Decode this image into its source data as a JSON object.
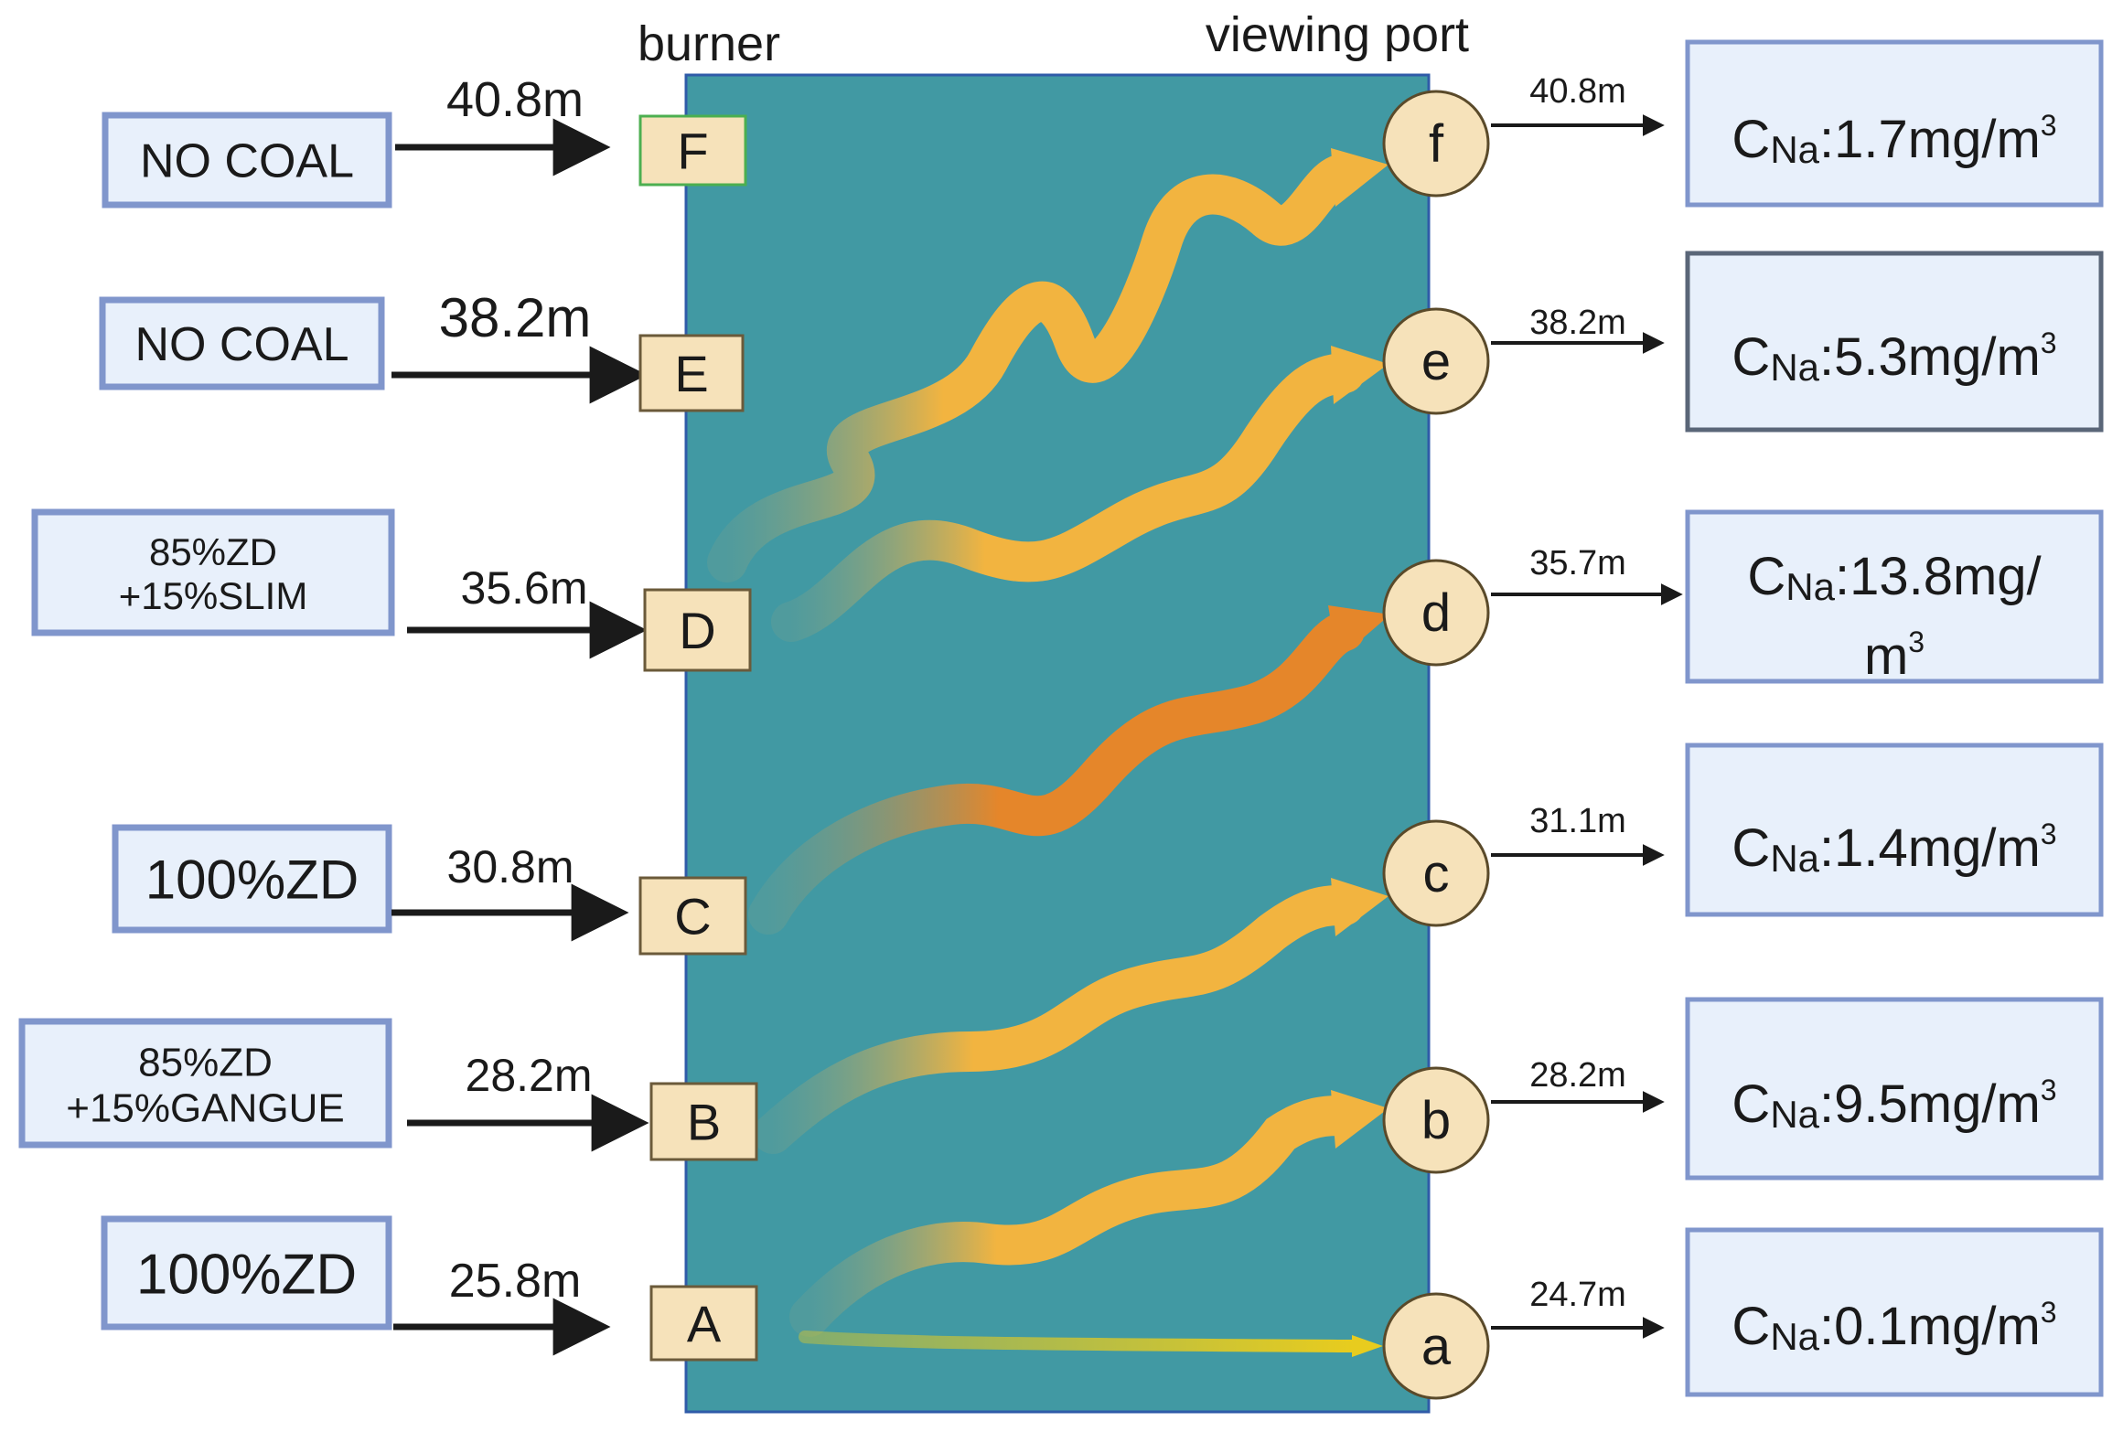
{
  "headers": {
    "burner": "burner",
    "viewing_port": "viewing port"
  },
  "colors": {
    "furnace": "#4199A3",
    "furnace_border": "#2F5BA8",
    "box_fill": "#E8F0FB",
    "box_border": "#8096CC",
    "burner_fill": "#F6E2BA",
    "port_fill": "#F6E2BA",
    "flow_yellow_orange": "#F2B440",
    "flow_dark_orange": "#E5862A",
    "flow_yellow": "#E8CC1E",
    "arrow": "#1a1a1a"
  },
  "burners": [
    {
      "id": "F",
      "input": "NO COAL",
      "distance": "40.8m"
    },
    {
      "id": "E",
      "input": "NO COAL",
      "distance": "38.2m"
    },
    {
      "id": "D",
      "input_lines": [
        "85%ZD",
        "+15%SLIM"
      ],
      "distance": "35.6m"
    },
    {
      "id": "C",
      "input": "100%ZD",
      "distance": "30.8m"
    },
    {
      "id": "B",
      "input_lines": [
        "85%ZD",
        "+15%GANGUE"
      ],
      "distance": "28.2m"
    },
    {
      "id": "A",
      "input": "100%ZD",
      "distance": "25.8m"
    }
  ],
  "ports": [
    {
      "id": "f",
      "distance": "40.8m",
      "c_symbol": "C",
      "c_sub": "Na",
      "c_value": ":1.7mg/m",
      "c_sup": "3"
    },
    {
      "id": "e",
      "distance": "38.2m",
      "c_symbol": "C",
      "c_sub": "Na",
      "c_value": ":5.3mg/m",
      "c_sup": "3"
    },
    {
      "id": "d",
      "distance": "35.7m",
      "c_symbol": "C",
      "c_sub": "Na",
      "c_value": ":13.8mg/",
      "c_line2": "m",
      "c_sup": "3"
    },
    {
      "id": "c",
      "distance": "31.1m",
      "c_symbol": "C",
      "c_sub": "Na",
      "c_value": ":1.4mg/m",
      "c_sup": "3"
    },
    {
      "id": "b",
      "distance": "28.2m",
      "c_symbol": "C",
      "c_sub": "Na",
      "c_value": ":9.5mg/m",
      "c_sup": "3"
    },
    {
      "id": "a",
      "distance": "24.7m",
      "c_symbol": "C",
      "c_sub": "Na",
      "c_value": ":0.1mg/m",
      "c_sup": "3"
    }
  ]
}
